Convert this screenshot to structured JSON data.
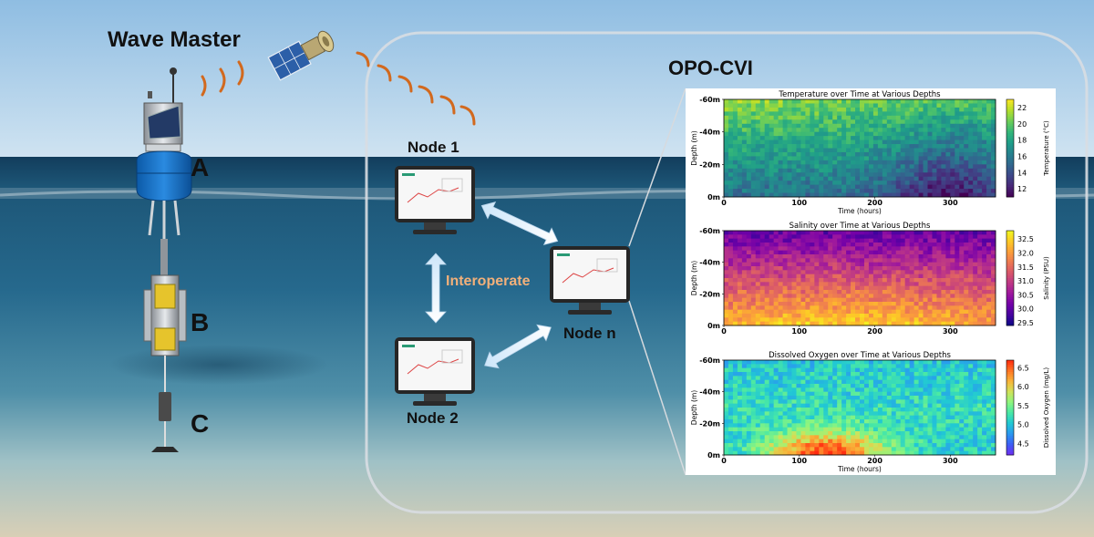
{
  "title": "Wave Master",
  "system_name": "OPO-CVI",
  "buoy_parts": [
    "A",
    "B",
    "C"
  ],
  "nodes": [
    {
      "label": "Node 1"
    },
    {
      "label": "Node 2"
    },
    {
      "label": "Node n"
    }
  ],
  "interoperate_label": "Interoperate",
  "colors": {
    "sky": "#9ec6e6",
    "sea": "#1f5f86",
    "panel_border": "#d8dde2",
    "signal": "#d2691e",
    "interop_text": "#f2b07a"
  },
  "icons": [
    "satellite-icon",
    "buoy-icon",
    "monitor-icon"
  ],
  "chart_data": [
    {
      "type": "heatmap",
      "title": "Temperature over Time at Various Depths",
      "xlabel": "Time (hours)",
      "ylabel": "Depth (m)",
      "x_ticks": [
        "0",
        "100",
        "200",
        "300"
      ],
      "y_ticks": [
        "-60m",
        "-40m",
        "-20m",
        "0m"
      ],
      "xlim": [
        0,
        360
      ],
      "ylim": [
        0,
        -60
      ],
      "colorbar_label": "Temperature (°C)",
      "colorbar_ticks": [
        "22",
        "20",
        "18",
        "16",
        "14",
        "12"
      ],
      "colorbar_range": [
        11,
        23
      ],
      "colormap": "viridis"
    },
    {
      "type": "heatmap",
      "title": "Salinity over Time at Various Depths",
      "xlabel": "",
      "ylabel": "Depth (m)",
      "x_ticks": [
        "0",
        "100",
        "200",
        "300"
      ],
      "y_ticks": [
        "-60m",
        "-40m",
        "-20m",
        "0m"
      ],
      "xlim": [
        0,
        360
      ],
      "ylim": [
        0,
        -60
      ],
      "colorbar_label": "Salinity (PSU)",
      "colorbar_ticks": [
        "32.5",
        "32.0",
        "31.5",
        "31.0",
        "30.5",
        "30.0",
        "29.5"
      ],
      "colorbar_range": [
        29.4,
        32.8
      ],
      "colormap": "plasma"
    },
    {
      "type": "heatmap",
      "title": "Dissolved Oxygen over Time at Various Depths",
      "xlabel": "Time (hours)",
      "ylabel": "Depth (m)",
      "x_ticks": [
        "0",
        "100",
        "200",
        "300"
      ],
      "y_ticks": [
        "-60m",
        "-40m",
        "-20m",
        "0m"
      ],
      "xlim": [
        0,
        360
      ],
      "ylim": [
        0,
        -60
      ],
      "colorbar_label": "Dissolved Oxygen (mg/L)",
      "colorbar_ticks": [
        "6.5",
        "6.0",
        "5.5",
        "5.0",
        "4.5"
      ],
      "colorbar_range": [
        4.2,
        6.7
      ],
      "colormap": "rainbow"
    }
  ]
}
